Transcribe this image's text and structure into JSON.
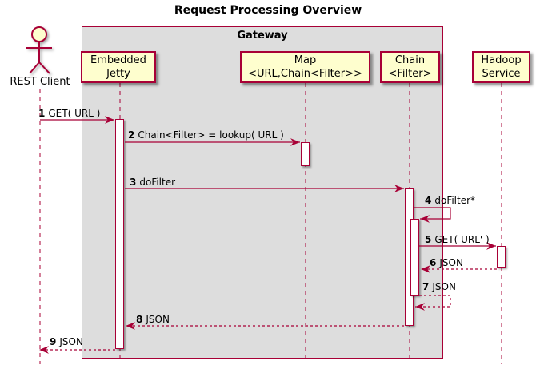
{
  "title": "Request Processing Overview",
  "gateway_box": {
    "label": "Gateway"
  },
  "actor": {
    "label": "REST Client"
  },
  "participants": [
    {
      "id": "embedded-jetty",
      "line1": "Embedded",
      "line2": "Jetty"
    },
    {
      "id": "map",
      "line1": "Map",
      "line2": "<URL,Chain<Filter>>"
    },
    {
      "id": "chain",
      "line1": "Chain",
      "line2": "<Filter>"
    },
    {
      "id": "hadoop-service",
      "line1": "Hadoop",
      "line2": "Service"
    }
  ],
  "messages": [
    {
      "num": "1",
      "text": "GET( URL )",
      "kind": "call"
    },
    {
      "num": "2",
      "text": "Chain<Filter> = lookup( URL )",
      "kind": "call"
    },
    {
      "num": "3",
      "text": "doFilter",
      "kind": "call"
    },
    {
      "num": "4",
      "text": "doFilter*",
      "kind": "self-call"
    },
    {
      "num": "5",
      "text": "GET( URL' )",
      "kind": "call"
    },
    {
      "num": "6",
      "text": "JSON",
      "kind": "return"
    },
    {
      "num": "7",
      "text": "JSON",
      "kind": "self-return"
    },
    {
      "num": "8",
      "text": "JSON",
      "kind": "return"
    },
    {
      "num": "9",
      "text": "JSON",
      "kind": "return"
    }
  ],
  "colors": {
    "accent": "#A80036",
    "participant_fill": "#FEFECE",
    "box_fill": "#DDDDDD",
    "activation_fill": "#FFFFFF",
    "text": "#000000"
  }
}
